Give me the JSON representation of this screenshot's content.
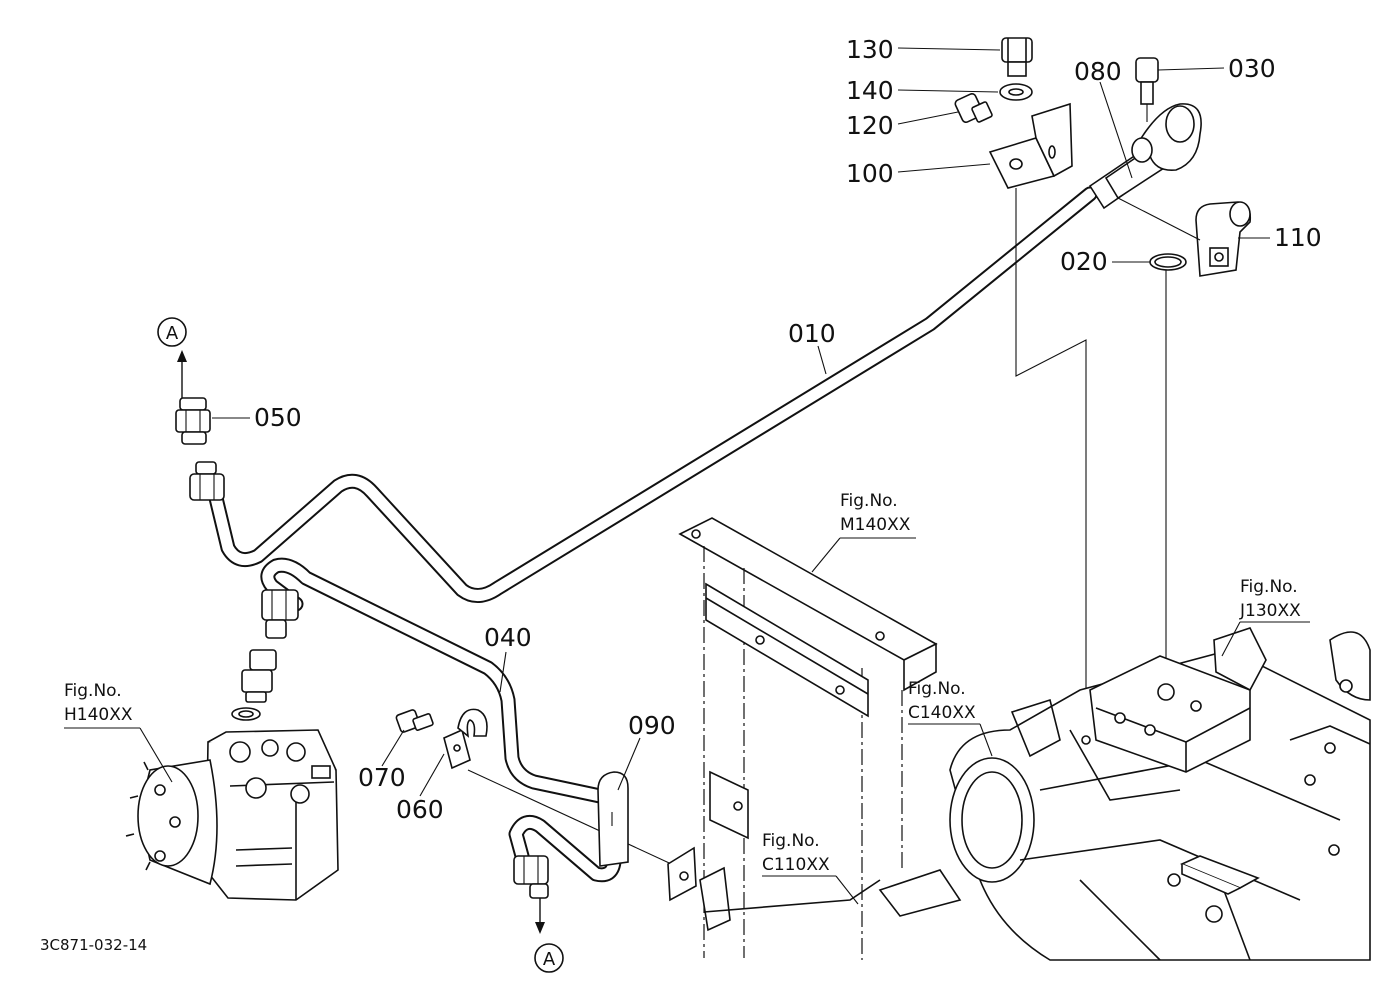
{
  "figure_code": "3C871-032-14",
  "reference_marker": "A",
  "part_labels": {
    "p010": "010",
    "p020": "020",
    "p030": "030",
    "p040": "040",
    "p050": "050",
    "p060": "060",
    "p070": "070",
    "p080": "080",
    "p090": "090",
    "p100": "100",
    "p110": "110",
    "p120": "120",
    "p130": "130",
    "p140": "140"
  },
  "figure_refs": {
    "h140": {
      "line1": "Fig.No.",
      "line2": "H140XX"
    },
    "m140": {
      "line1": "Fig.No.",
      "line2": "M140XX"
    },
    "j130": {
      "line1": "Fig.No.",
      "line2": "J130XX"
    },
    "c140": {
      "line1": "Fig.No.",
      "line2": "C140XX"
    },
    "c110": {
      "line1": "Fig.No.",
      "line2": "C110XX"
    }
  }
}
